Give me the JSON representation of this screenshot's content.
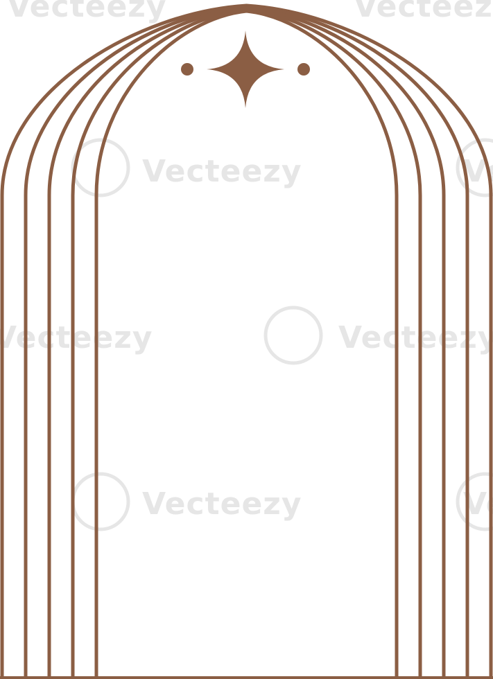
{
  "artwork": {
    "subject": "boho-arch-frame",
    "arch_count": 5,
    "stroke_color": "#8b5e44",
    "ornament_color": "#8b5e44",
    "background_color": "#ffffff",
    "ornament": {
      "center_icon": "four-point-star-icon",
      "side_icons": [
        "dot-icon",
        "dot-icon"
      ]
    }
  },
  "watermark": {
    "text": "Vecteezy",
    "icon": "vecteezy-logo-icon",
    "color": "#e6e6e6"
  }
}
